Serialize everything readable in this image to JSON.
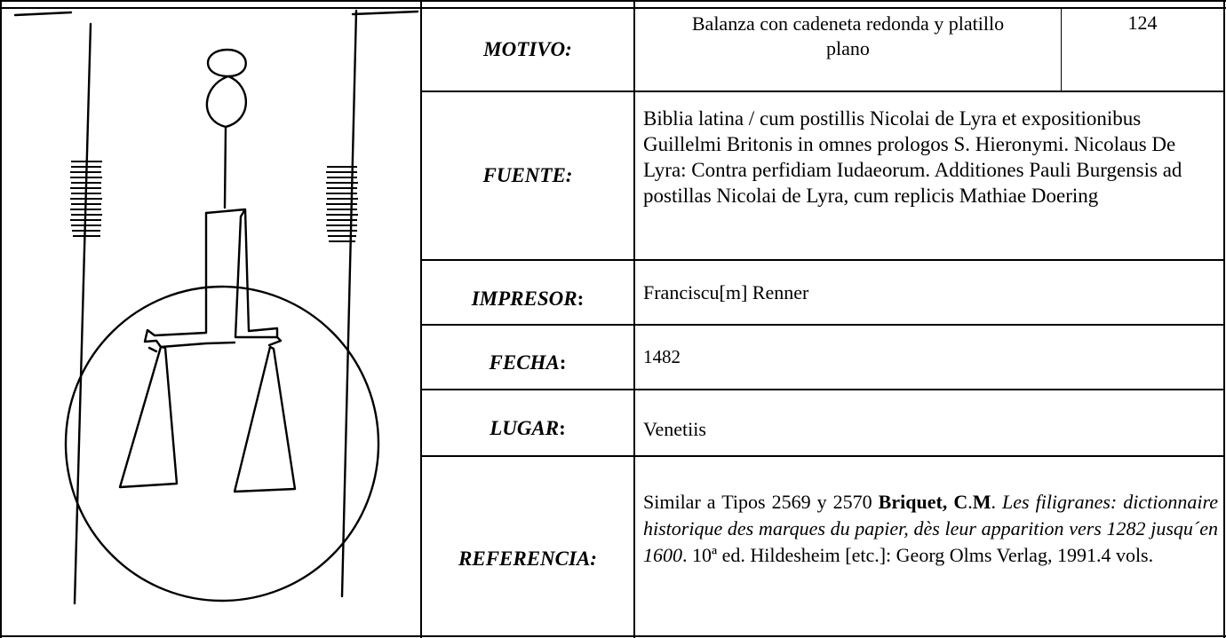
{
  "watermark": {
    "name": "balance-scale-watermark"
  },
  "rows": {
    "motivo": {
      "label": "MOTIVO:",
      "value": "Balanza con cadeneta redonda y platillo plano",
      "number": "124"
    },
    "fuente": {
      "label": "FUENTE:",
      "value": "Biblia latina / cum postillis Nicolai de Lyra et expositionibus Guillelmi Britonis in omnes prologos S. Hieronymi. Nicolaus De Lyra: Contra perfidiam Iudaeorum. Additiones Pauli Burgensis ad postillas Nicolai de Lyra, cum replicis Mathiae Doering"
    },
    "impresor": {
      "label": "IMPRESOR",
      "value": "Franciscu[m] Renner"
    },
    "fecha": {
      "label": "FECHA",
      "value": "1482"
    },
    "lugar": {
      "label": "LUGAR",
      "value": "Venetiis"
    },
    "referencia": {
      "label": "REFERENCIA:",
      "part1": "Similar a Tipos 2569 y 2570 ",
      "author": "Briquet, C",
      "author_sep": ".",
      "author_end": "M",
      "after_author": ". ",
      "title": "Les filigranes: dictionnaire historique des marques du papier, dès leur apparition vers 1282 jusqu´en 1600",
      "part2": ". 10ª ed. Hildesheim [etc.]: Georg Olms Verlag, 1991.4 vols."
    }
  },
  "label_colon": ":"
}
